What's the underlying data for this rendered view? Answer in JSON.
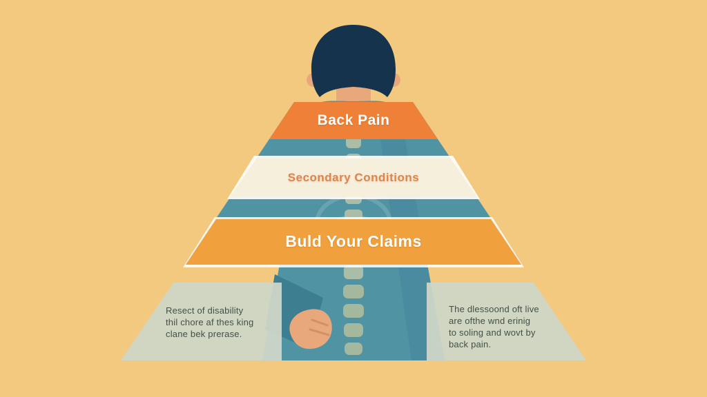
{
  "canvas": {
    "background": "#f3c97f",
    "description": "Back pain claims pyramid infographic over illustration of a person holding their lower back"
  },
  "person": {
    "hair_color": "#16334d",
    "skin_color": "#e8a87c",
    "shirt_color": "#5094a4",
    "spine_color": "#b7c3a9"
  },
  "pyramid": {
    "tiers": [
      {
        "label": "Back Pain",
        "bg": "#ee8137",
        "text_color": "#ffffff"
      },
      {
        "label": "Secondary Conditions",
        "bg": "#f5efdc",
        "text_color": "#e0854a"
      },
      {
        "label": "Buld Your Claims",
        "bg": "#f0a03c",
        "text_color": "#ffffff"
      }
    ],
    "base_panels": {
      "panel_bg": "#ced7c8",
      "text_color": "#404f47",
      "left_lines": [
        "Resect of disability",
        "thil chore af thes king",
        "clane bek prerase."
      ],
      "right_lines": [
        "The dlessoond oft live",
        "are ofthe wnd erinig",
        "to soling and wovt by",
        "back pain."
      ]
    }
  }
}
